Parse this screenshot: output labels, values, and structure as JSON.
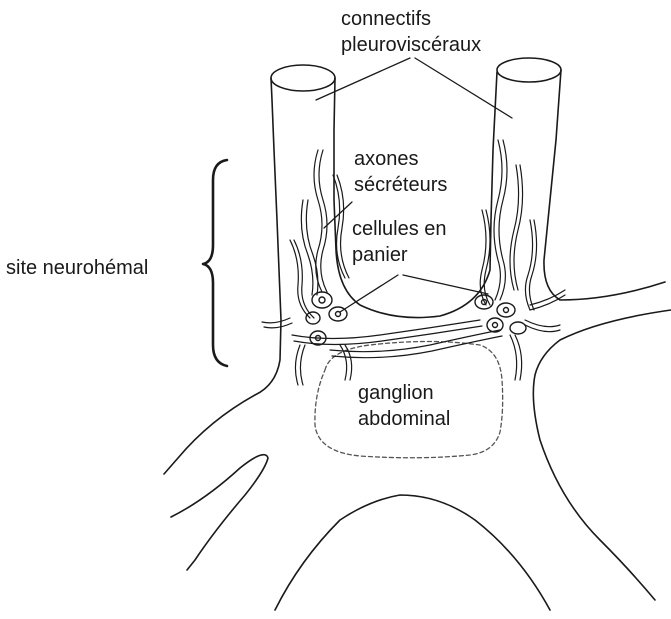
{
  "labels": {
    "connectives": [
      "connectifs",
      "pleuroviscéraux"
    ],
    "axons": [
      "axones",
      "sécréteurs"
    ],
    "basket_cells": [
      "cellules en",
      "panier"
    ],
    "neurohemal_site": "site neurohémal",
    "ganglion": [
      "ganglion",
      "abdominal"
    ]
  },
  "style": {
    "ink": "#1a1a1a",
    "dashed": "#555555"
  }
}
